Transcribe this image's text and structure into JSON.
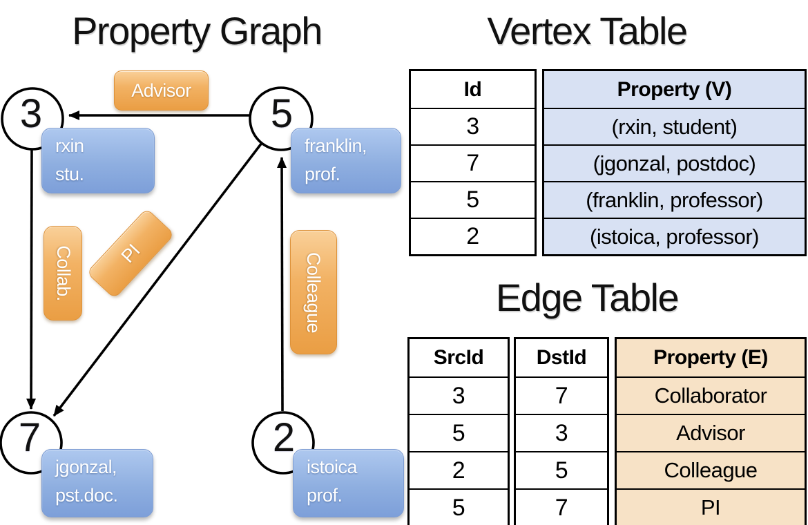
{
  "graph": {
    "title": "Property Graph",
    "nodes": [
      {
        "id": "3",
        "property": [
          "rxin",
          "stu."
        ]
      },
      {
        "id": "5",
        "property": [
          "franklin,",
          "prof."
        ]
      },
      {
        "id": "7",
        "property": [
          "jgonzal,",
          "pst.doc."
        ]
      },
      {
        "id": "2",
        "property": [
          "istoica",
          "prof."
        ]
      }
    ],
    "edge_labels": {
      "advisor": "Advisor",
      "collab": "Collab.",
      "pi": "PI",
      "colleague": "Colleague"
    }
  },
  "vertex_table": {
    "title": "Vertex Table",
    "headers": {
      "id": "Id",
      "property": "Property (V)"
    },
    "rows": [
      {
        "id": "3",
        "property": "(rxin, student)"
      },
      {
        "id": "7",
        "property": "(jgonzal, postdoc)"
      },
      {
        "id": "5",
        "property": "(franklin, professor)"
      },
      {
        "id": "2",
        "property": "(istoica, professor)"
      }
    ]
  },
  "edge_table": {
    "title": "Edge Table",
    "headers": {
      "src": "SrcId",
      "dst": "DstId",
      "property": "Property (E)"
    },
    "rows": [
      {
        "src": "3",
        "dst": "7",
        "property": "Collaborator"
      },
      {
        "src": "5",
        "dst": "3",
        "property": "Advisor"
      },
      {
        "src": "2",
        "dst": "5",
        "property": "Colleague"
      },
      {
        "src": "5",
        "dst": "7",
        "property": "PI"
      }
    ]
  },
  "colors": {
    "edge_label_orange": "#EFA94F",
    "vertex_label_blue": "#8FAFE0",
    "vertex_table_fill": "#D8E1F3",
    "edge_table_fill": "#F7E2C6",
    "line_black": "#000000"
  }
}
